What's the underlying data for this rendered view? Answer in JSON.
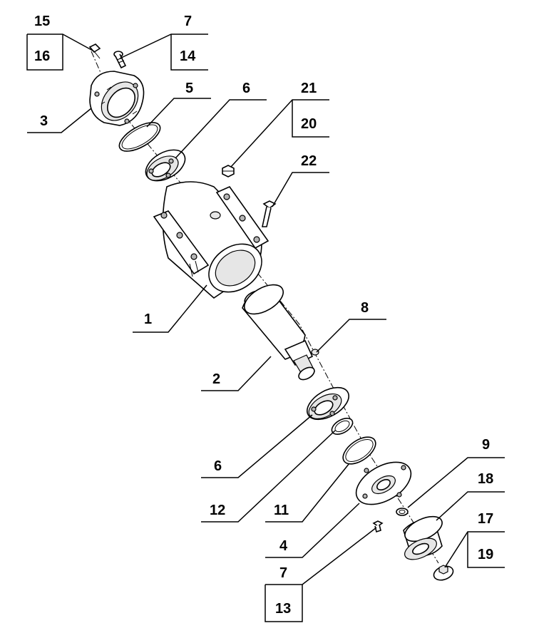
{
  "diagram": {
    "callouts": [
      {
        "id": "c15",
        "text": "15"
      },
      {
        "id": "c16",
        "text": "16"
      },
      {
        "id": "c7a",
        "text": "7"
      },
      {
        "id": "c14",
        "text": "14"
      },
      {
        "id": "c5",
        "text": "5"
      },
      {
        "id": "c6a",
        "text": "6"
      },
      {
        "id": "c21",
        "text": "21"
      },
      {
        "id": "c20",
        "text": "20"
      },
      {
        "id": "c3",
        "text": "3"
      },
      {
        "id": "c22",
        "text": "22"
      },
      {
        "id": "c1",
        "text": "1"
      },
      {
        "id": "c8",
        "text": "8"
      },
      {
        "id": "c2",
        "text": "2"
      },
      {
        "id": "c6b",
        "text": "6"
      },
      {
        "id": "c9",
        "text": "9"
      },
      {
        "id": "c18",
        "text": "18"
      },
      {
        "id": "c12",
        "text": "12"
      },
      {
        "id": "c11",
        "text": "11"
      },
      {
        "id": "c17",
        "text": "17"
      },
      {
        "id": "c19",
        "text": "19"
      },
      {
        "id": "c4",
        "text": "4"
      },
      {
        "id": "c7b",
        "text": "7"
      },
      {
        "id": "c13",
        "text": "13"
      }
    ]
  }
}
